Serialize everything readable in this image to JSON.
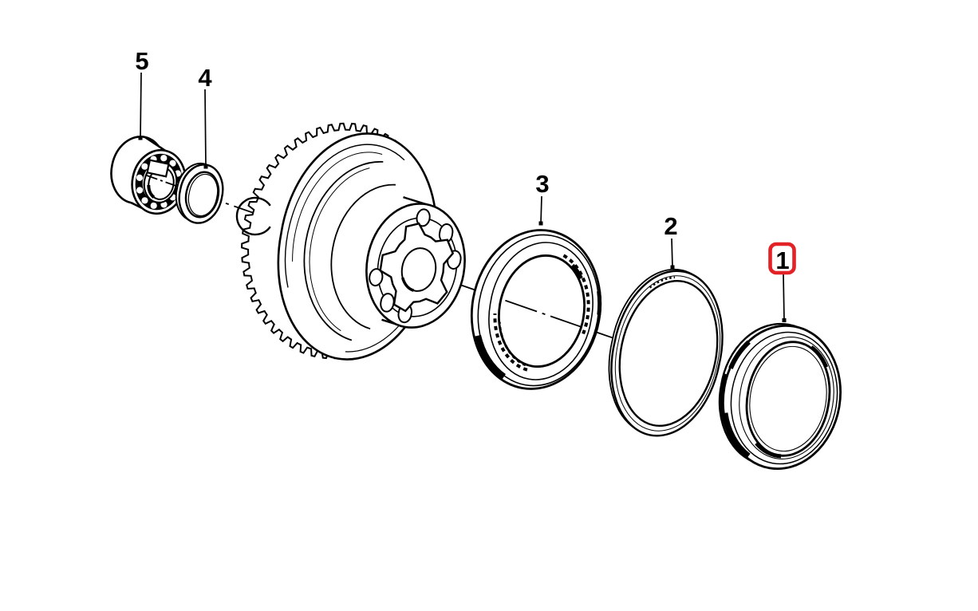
{
  "diagram": {
    "background_color": "#ffffff",
    "line_color": "#000000",
    "highlight_color": "#e32228",
    "callouts": [
      {
        "label": "1",
        "highlighted": true
      },
      {
        "label": "2",
        "highlighted": false
      },
      {
        "label": "3",
        "highlighted": false
      },
      {
        "label": "4",
        "highlighted": false
      },
      {
        "label": "5",
        "highlighted": false
      }
    ]
  }
}
